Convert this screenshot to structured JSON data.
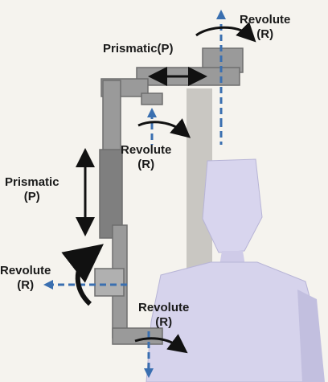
{
  "labels": {
    "revolute_top": {
      "name": "Revolute",
      "abbr": "(R)"
    },
    "prismatic_top": {
      "text": "Prismatic(P)"
    },
    "revolute_mid": {
      "name": "Revolute",
      "abbr": "(R)"
    },
    "prismatic_left": {
      "name": "Prismatic",
      "abbr": "(P)"
    },
    "revolute_left": {
      "name": "Revolute",
      "abbr": "(R)"
    },
    "revolute_bottom": {
      "name": "Revolute",
      "abbr": "(R)"
    }
  },
  "colors": {
    "background": "#f5f3ee",
    "axis_blue": "#3a6fb0",
    "arrow_black": "#111111",
    "robot_grey": "#9a9a9a",
    "mannequin": "#d6d3ec"
  }
}
